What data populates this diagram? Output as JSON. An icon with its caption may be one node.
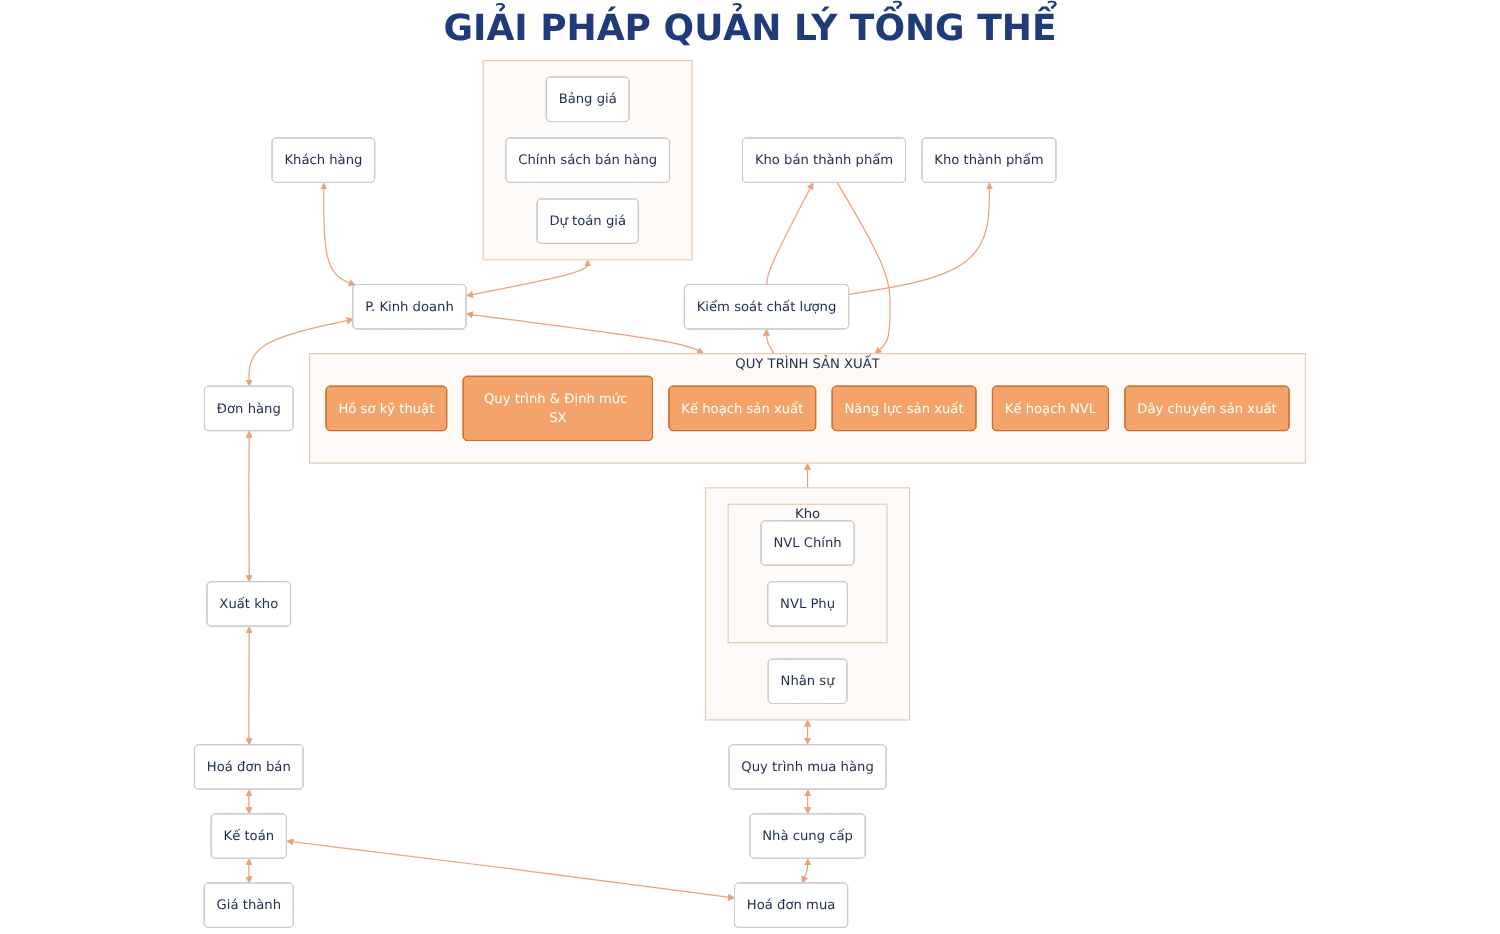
{
  "diagram": {
    "title": "GIẢI PHÁP QUẢN LÝ TỔNG THỂ",
    "nodes": [
      {
        "text": [],
        "shape": "box"
      },
      {
        "text": [
          "Bảng giá"
        ],
        "in": 0
      },
      {
        "text": [
          "Chính sách bán hàng"
        ],
        "in": 0
      },
      {
        "text": [
          "Dự toán giá"
        ],
        "in": 0
      },
      {
        "text": [
          "Khách hàng"
        ]
      },
      {
        "text": [
          "P. Kinh doanh"
        ]
      },
      {
        "text": [
          "QUY TRÌNH SẢN XUẤT"
        ]
      },
      {
        "text": [
          "Hồ sơ kỹ thuật"
        ],
        "in": 6
      },
      {
        "text": [
          "Quy trình & Định mức SX"
        ],
        "in": 6
      },
      {
        "text": [
          "Kế hoạch sản xuất"
        ],
        "in": 6
      },
      {
        "text": [
          "Năng lực sản xuất"
        ],
        "in": 6
      },
      {
        "text": [
          "Kế hoạch NVL"
        ],
        "in": 6
      },
      {
        "text": [
          "Dây chuyền sản xuất"
        ],
        "in": 6
      },
      {
        "text": [
          "Kiểm soát chất lượng"
        ]
      },
      {
        "text": [],
        "shape": "box"
      },
      {
        "text": [
          "Kho"
        ],
        "in": 14
      },
      {
        "text": [
          "NVL Chính"
        ],
        "in": 15
      },
      {
        "text": [
          "NVL Phụ"
        ],
        "in": 15
      },
      {
        "text": [
          "Nhân sự"
        ],
        "in": 14
      },
      {
        "text": [
          "Kho bán thành phẩm"
        ]
      },
      {
        "text": [
          "Kho thành phẩm"
        ]
      },
      {
        "text": [
          "Đơn hàng"
        ]
      },
      {
        "text": [
          "Xuất kho"
        ]
      },
      {
        "text": [
          "Hoá đơn bán"
        ]
      },
      {
        "text": [
          "Giá thành"
        ]
      },
      {
        "text": [
          "Kế toán"
        ]
      },
      {
        "text": [
          "Hoá đơn mua"
        ]
      },
      {
        "text": [
          "Nhà cung cấp"
        ]
      },
      {
        "text": [
          "Quy trình mua hàng"
        ]
      }
    ],
    "edges": [
      {
        "from": 0,
        "to": 5,
        "arrow": "both"
      },
      {
        "from": 4,
        "to": 5,
        "arrow": "both"
      },
      {
        "from": 5,
        "to": 6,
        "arrow": "both"
      },
      {
        "from": 6,
        "to": 13,
        "arrow": "to"
      },
      {
        "from": 13,
        "to": 19,
        "arrow": "to"
      },
      {
        "from": 13,
        "to": 20,
        "arrow": "to"
      },
      {
        "from": 19,
        "to": 6,
        "arrow": "to"
      },
      {
        "from": 14,
        "to": 6,
        "arrow": "to"
      },
      {
        "from": 5,
        "to": 21,
        "arrow": "both"
      },
      {
        "from": 21,
        "to": 22,
        "arrow": "both"
      },
      {
        "from": 22,
        "to": 23,
        "arrow": "both"
      },
      {
        "from": 23,
        "to": 25,
        "arrow": "both"
      },
      {
        "from": 24,
        "to": 25,
        "arrow": "both"
      },
      {
        "from": 25,
        "to": 26,
        "arrow": "both"
      },
      {
        "from": 26,
        "to": 27,
        "arrow": "both"
      },
      {
        "from": 27,
        "to": 28,
        "arrow": "both"
      },
      {
        "from": 28,
        "to": 14,
        "arrow": "both"
      }
    ]
  }
}
